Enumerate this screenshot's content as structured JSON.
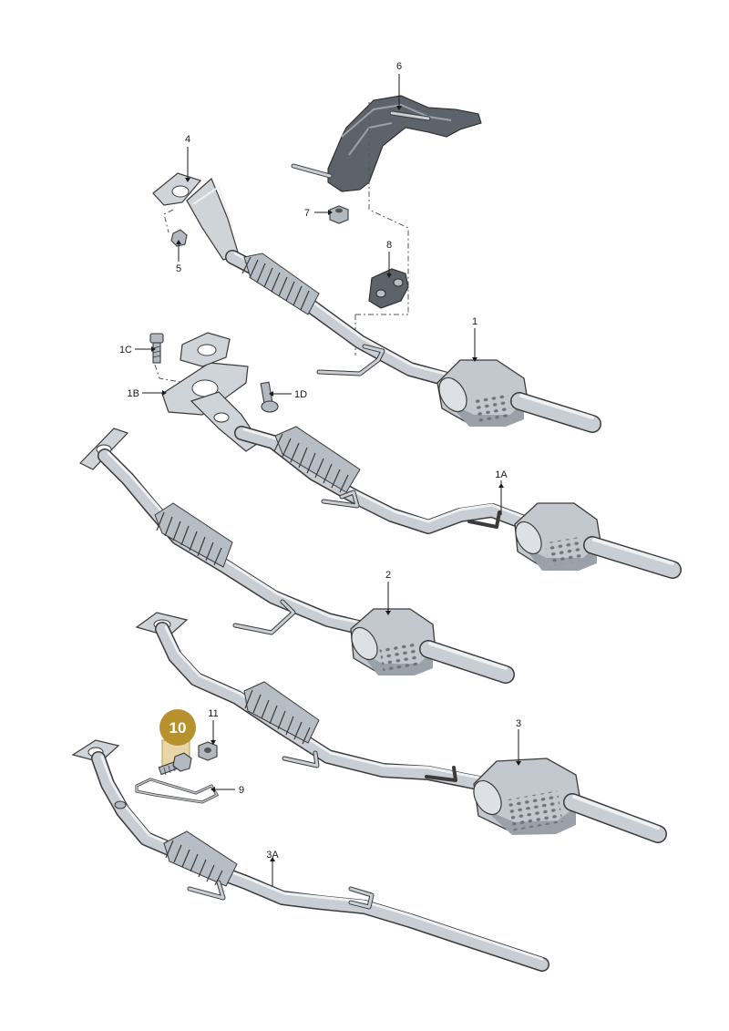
{
  "callouts": {
    "c1": "1",
    "c1A": "1A",
    "c1B": "1B",
    "c1C": "1C",
    "c1D": "1D",
    "c2": "2",
    "c3": "3",
    "c3A": "3A",
    "c4": "4",
    "c5": "5",
    "c6": "6",
    "c7": "7",
    "c8": "8",
    "c9": "9",
    "c10": "10",
    "c11": "11"
  },
  "highlighted_part": "10",
  "colors": {
    "highlight": "#b8912f",
    "line": "#1a1a1a",
    "metal": "#c3c8cf"
  }
}
